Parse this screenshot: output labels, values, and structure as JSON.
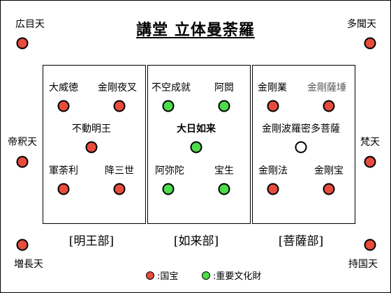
{
  "title": "講堂 立体曼荼羅",
  "colors": {
    "national_treasure": "#e74c3c",
    "important_cultural_property": "#4cdc4c",
    "highlight": "#ffffff"
  },
  "corners": {
    "top_left": "広目天",
    "top_right": "多聞天",
    "mid_left": "帝釈天",
    "mid_right": "梵天",
    "bottom_left": "増長天",
    "bottom_right": "持国天"
  },
  "sections": {
    "myoo": {
      "label": "[明王部]",
      "figures": [
        "大威徳",
        "金剛夜叉",
        "不動明王",
        "軍荼利",
        "降三世"
      ]
    },
    "nyorai": {
      "label": "[如来部]",
      "figures": [
        "不空成就",
        "阿閦",
        "大日如来",
        "阿弥陀",
        "宝生"
      ]
    },
    "bosatsu": {
      "label": "[菩薩部]",
      "figures": [
        "金剛業",
        "金剛薩埵",
        "金剛波羅密多菩薩",
        "金剛法",
        "金剛宝"
      ]
    }
  },
  "legend": {
    "national_treasure": ":国宝",
    "important_cultural_property": ":重要文化財"
  }
}
